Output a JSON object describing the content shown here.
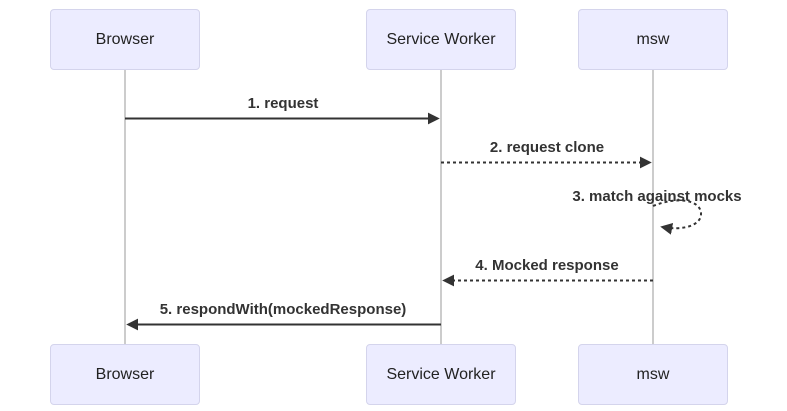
{
  "diagram": {
    "type": "sequence-diagram",
    "actors": [
      {
        "id": "browser",
        "label": "Browser"
      },
      {
        "id": "service-worker",
        "label": "Service Worker"
      },
      {
        "id": "msw",
        "label": "msw"
      }
    ],
    "messages": [
      {
        "seq": 1,
        "label": "1. request",
        "from": "browser",
        "to": "service-worker",
        "line": "solid"
      },
      {
        "seq": 2,
        "label": "2. request clone",
        "from": "service-worker",
        "to": "msw",
        "line": "dashed"
      },
      {
        "seq": 3,
        "label": "3. match against mocks",
        "from": "msw",
        "to": "msw",
        "line": "dashed-self-loop"
      },
      {
        "seq": 4,
        "label": "4. Mocked response",
        "from": "msw",
        "to": "service-worker",
        "line": "dashed"
      },
      {
        "seq": 5,
        "label": "5. respondWith(mockedResponse)",
        "from": "service-worker",
        "to": "browser",
        "line": "solid"
      }
    ],
    "colors": {
      "background": "#ffffff",
      "actor_fill": "#ECECFF",
      "actor_border": "#d4d4ec",
      "lifeline": "#cccccc",
      "arrow": "#333333",
      "message_text": "#333333"
    }
  }
}
